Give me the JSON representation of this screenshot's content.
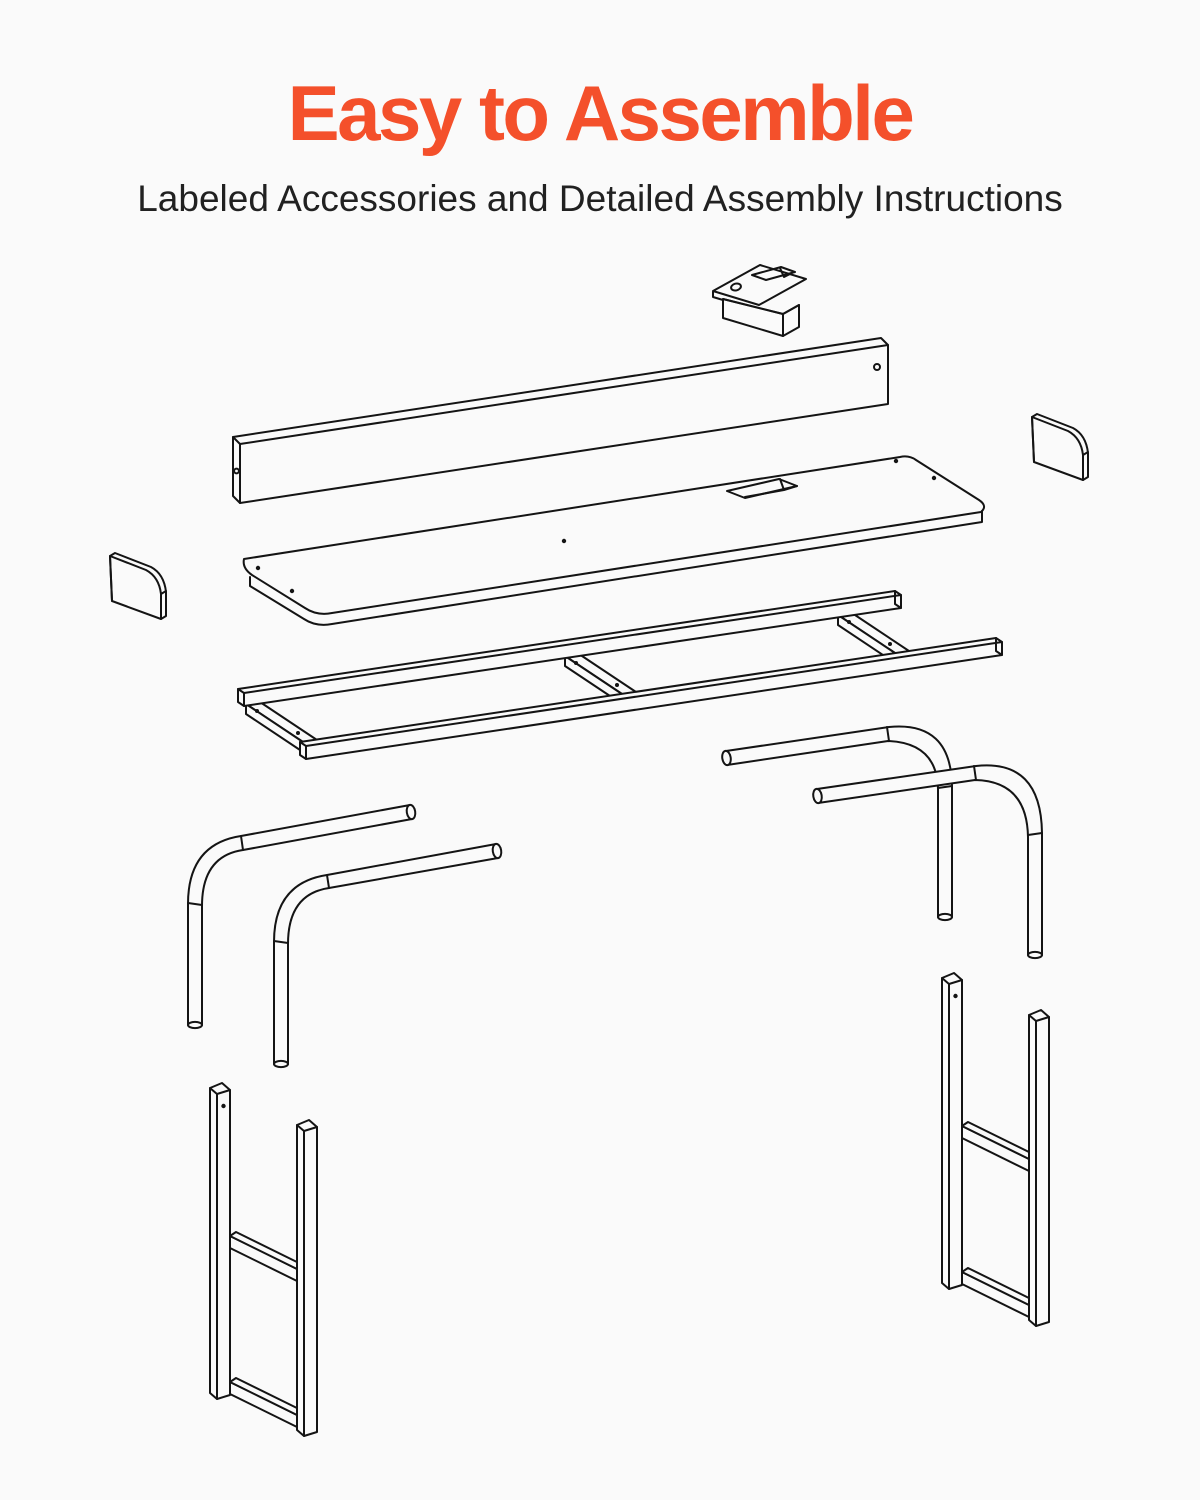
{
  "header": {
    "title": "Easy to Assemble",
    "subtitle": "Labeled Accessories and Detailed Assembly Instructions"
  },
  "colors": {
    "accent": "#f4502b",
    "subtitle_text": "#212121",
    "line": "#141414",
    "background": "#fafafa"
  },
  "diagram": {
    "type": "exploded-view-line-art",
    "subject": "desk assembly parts",
    "parts": [
      "cable-management-box",
      "back-panel",
      "side-bracket-right",
      "tabletop-with-cutout",
      "side-bracket-left",
      "support-frame",
      "curved-leg-tube-rear-right",
      "curved-leg-tube-front-right",
      "curved-leg-tube-rear-left",
      "curved-leg-tube-front-left",
      "leg-frame-left",
      "leg-frame-right"
    ]
  }
}
